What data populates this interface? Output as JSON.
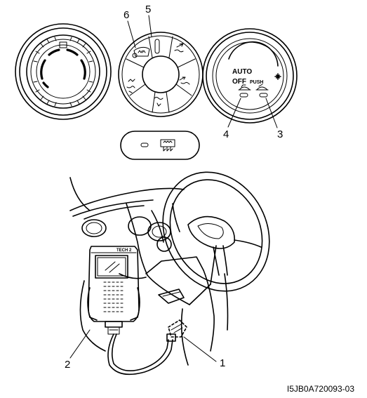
{
  "callouts": {
    "c1": "1",
    "c2": "2",
    "c3": "3",
    "c4": "4",
    "c5": "5",
    "c6": "6"
  },
  "panel": {
    "auto": "AUTO",
    "off": "OFF",
    "push": "PUSH"
  },
  "scan_tool": {
    "brand": "TECH 2"
  },
  "reference_code": "I5JB0A720093-03"
}
